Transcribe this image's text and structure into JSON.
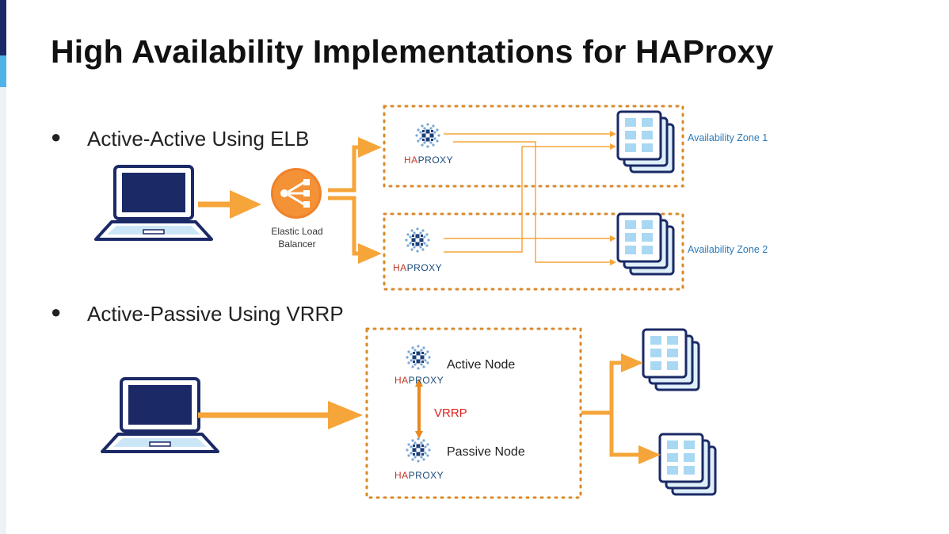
{
  "title": "High Availability Implementations for HAProxy",
  "bullets": [
    {
      "text": "Active-Active Using ELB"
    },
    {
      "text": "Active-Passive Using VRRP"
    }
  ],
  "elb": {
    "line1": "Elastic Load",
    "line2": "Balancer"
  },
  "haproxy": {
    "prefix": "HA",
    "suffix": "PROXY"
  },
  "zones": [
    "Availability Zone 1",
    "Availability Zone 2"
  ],
  "nodes": {
    "active": "Active Node",
    "passive": "Passive Node"
  },
  "protocol": "VRRP",
  "colors": {
    "arrow": "#f5a53a",
    "dotted_border": "#d9892b",
    "navy": "#1b2a66",
    "server_fill": "#dff0fb",
    "vrrp": "#e0201a"
  },
  "icons": [
    "laptop-icon",
    "elb-icon",
    "haproxy-logo-icon",
    "server-stack-icon"
  ]
}
